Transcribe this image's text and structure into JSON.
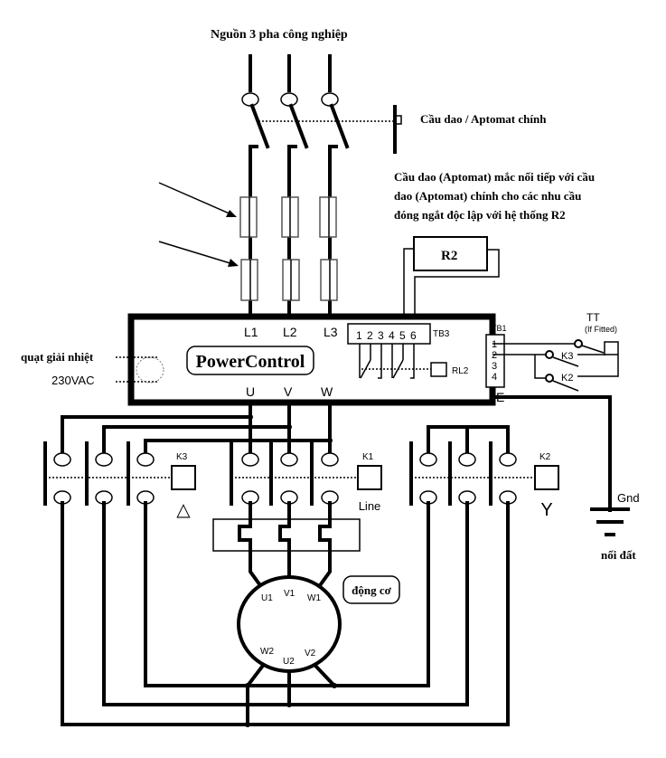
{
  "title": "Nguồn 3 pha công nghiệp",
  "main_switch": {
    "label": "Cầu dao / Aptomat  chính"
  },
  "fuse_note": {
    "lines": [
      "Cầu dao (Aptomat) mắc nối tiếp với cầu",
      "dao (Aptomat) chính cho các nhu cầu",
      "đóng ngắt độc lập với hệ thống  R2"
    ]
  },
  "r2": {
    "label": "R2"
  },
  "powercontrol": {
    "label": "PowerControl",
    "inputs": [
      "L1",
      "L2",
      "L3"
    ],
    "outputs": [
      "U",
      "V",
      "W"
    ],
    "tb3": {
      "label": "TB3",
      "pins": [
        "1",
        "2",
        "3",
        "4",
        "5",
        "6"
      ]
    },
    "rl2": {
      "label": "RL2"
    },
    "tb1": {
      "label": "TB1",
      "pins": [
        "1",
        "2",
        "3",
        "4"
      ]
    },
    "earth": "E"
  },
  "fan": {
    "label": "quạt giải nhiệt",
    "voltage": "230VAC"
  },
  "thermostat": {
    "label": "TT",
    "note": "(If Fitted)"
  },
  "aux_contacts": [
    "K3",
    "K2"
  ],
  "contactors": [
    {
      "id": "K3",
      "symbol": "△"
    },
    {
      "id": "K1",
      "symbol": "Line"
    },
    {
      "id": "K2",
      "symbol": "Y"
    }
  ],
  "ground": {
    "label": "Gnd",
    "note": "nối đất"
  },
  "motor": {
    "label": "động cơ",
    "terminals_top": [
      "U1",
      "V1",
      "W1"
    ],
    "terminals_bottom": [
      "W2",
      "U2",
      "V2"
    ]
  }
}
